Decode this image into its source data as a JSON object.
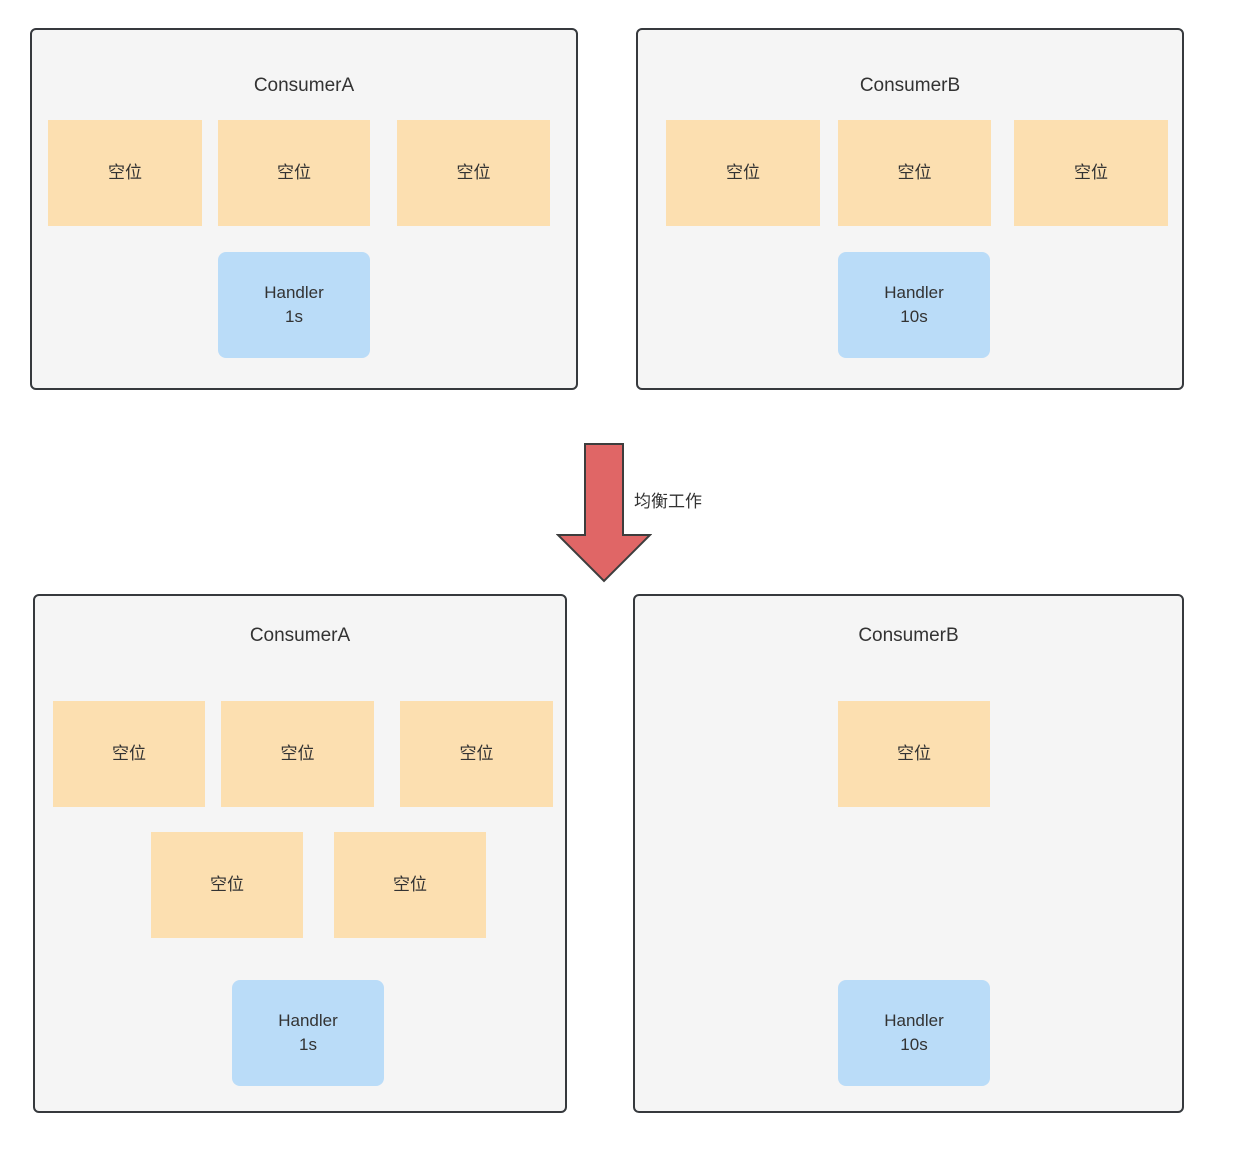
{
  "diagram": {
    "title": "Consumer work rebalancing diagram",
    "colors": {
      "panel_fill": "#f5f5f5",
      "panel_border": "#36393d",
      "slot_fill": "#fcdfb0",
      "handler_fill": "#badcf8",
      "arrow_fill": "#e06666",
      "arrow_stroke": "#3d3d3d",
      "text": "#333333",
      "background": "#ffffff"
    },
    "transition": {
      "label": "均衡工作",
      "arrow_icon": "down-arrow-icon",
      "direction": "down"
    },
    "before": {
      "panels": [
        {
          "id": "before-consumer-a",
          "title": "ConsumerA",
          "slot_rows": [
            [
              {
                "label": "空位"
              },
              {
                "label": "空位"
              },
              {
                "label": "空位"
              }
            ]
          ],
          "handler": {
            "name": "Handler",
            "duration": "1s"
          }
        },
        {
          "id": "before-consumer-b",
          "title": "ConsumerB",
          "slot_rows": [
            [
              {
                "label": "空位"
              },
              {
                "label": "空位"
              },
              {
                "label": "空位"
              }
            ]
          ],
          "handler": {
            "name": "Handler",
            "duration": "10s"
          }
        }
      ]
    },
    "after": {
      "panels": [
        {
          "id": "after-consumer-a",
          "title": "ConsumerA",
          "slot_rows": [
            [
              {
                "label": "空位"
              },
              {
                "label": "空位"
              },
              {
                "label": "空位"
              }
            ],
            [
              {
                "label": "空位"
              },
              {
                "label": "空位"
              }
            ]
          ],
          "handler": {
            "name": "Handler",
            "duration": "1s"
          }
        },
        {
          "id": "after-consumer-b",
          "title": "ConsumerB",
          "slot_rows": [
            [
              {
                "label": "空位"
              }
            ]
          ],
          "handler": {
            "name": "Handler",
            "duration": "10s"
          }
        }
      ]
    }
  }
}
